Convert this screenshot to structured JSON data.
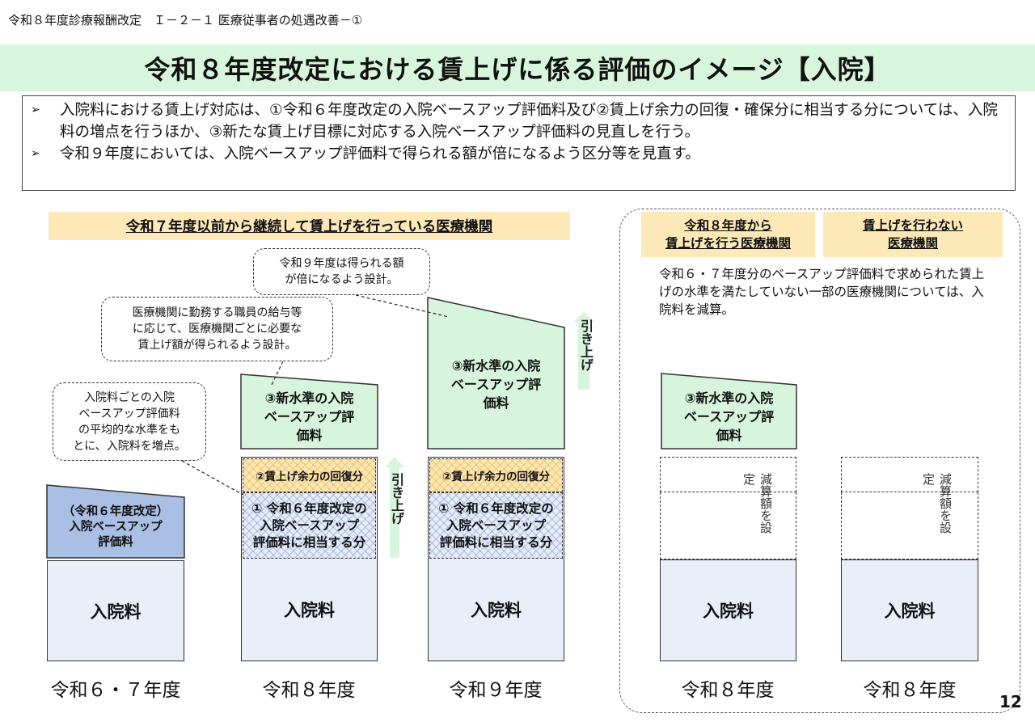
{
  "header": "令和８年度診療報酬改定　Ｉ－２－１ 医療従事者の処遇改善－①",
  "title": "令和８年度改定における賃上げに係る評価のイメージ【入院】",
  "bullets": [
    "入院料における賃上げ対応は、①令和６年度改定の入院ベースアップ評価料及び②賃上げ余力の回復・確保分に相当する分については、入院料の増点を行うほか、③新たな賃上げ目標に対応する入院ベースアップ評価料の見直しを行う。",
    "令和９年度においては、入院ベースアップ評価料で得られる額が倍になるよう区分等を見直す。"
  ],
  "bullet_marker": "➢",
  "left_banner": "令和７年度以前から継続して賃上げを行っている医療機関",
  "right_headers": [
    "令和８年度から\n賃上げを行う医療機関",
    "賃上げを行わない\n医療機関"
  ],
  "right_note": "令和６・７年度分のベースアップ評価料で求められた賃上げの水準を満たしていない一部の医療機関については、入院料を減算。",
  "callouts": [
    "令和９年度は得られる額\nが倍になるよう設計。",
    "医療機関に勤務する職員の給与等\nに応じて、医療機関ごとに必要な\n賃上げ額が得られるよう設計。",
    "入院料ごとの入院\nベースアップ評価料\nの平均的な水準をも\nとに、入院料を増点。"
  ],
  "blocks": {
    "r6_base_up": "（令和６年度改定）\n入院ベースアップ\n評価料",
    "new_base_up": "③新水準の入院\nベースアップ評\n価料",
    "recovery": "②賃上げ余力の回復分",
    "r6_equiv": "① 令和６年度改定の\n入院ベースアップ\n評価料に相当する分",
    "inpatient_fee": "入院料",
    "raise": "引き上げ",
    "reduce": "減算額を設定"
  },
  "years": [
    "令和６・７年度",
    "令和８年度",
    "令和９年度",
    "令和８年度",
    "令和８年度"
  ],
  "page_number": "12",
  "colors": {
    "title_band": "#d8f6dc",
    "green_box": "#d6f5dc",
    "blue_box": "#a9bfe3",
    "banner": "#fde9b8"
  }
}
